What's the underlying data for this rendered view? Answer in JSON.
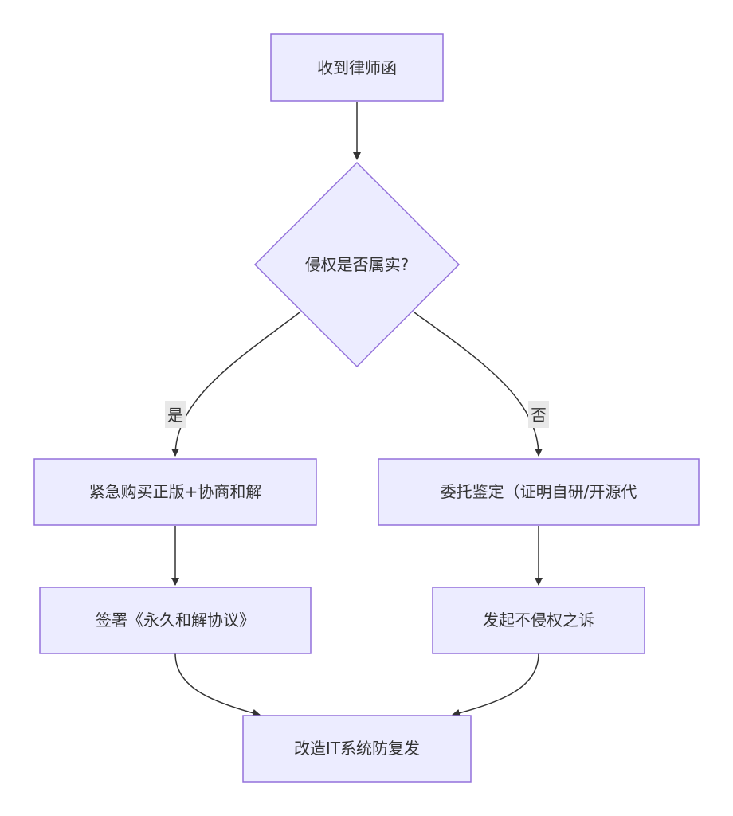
{
  "colors": {
    "node_fill": "#ECECFF",
    "node_stroke": "#9370DB",
    "edge": "#333333",
    "label_bg": "#E8E8E8",
    "text": "#333333"
  },
  "nodes": {
    "start": "收到律师函",
    "decision": "侵权是否属实?",
    "yes_step1": "紧急购买正版+协商和解",
    "yes_step2": "签署《永久和解协议》",
    "no_step1": "委托鉴定（证明自研/开源代",
    "no_step2": "发起不侵权之诉",
    "end": "改造IT系统防复发"
  },
  "edges": {
    "yes_label": "是",
    "no_label": "否"
  }
}
